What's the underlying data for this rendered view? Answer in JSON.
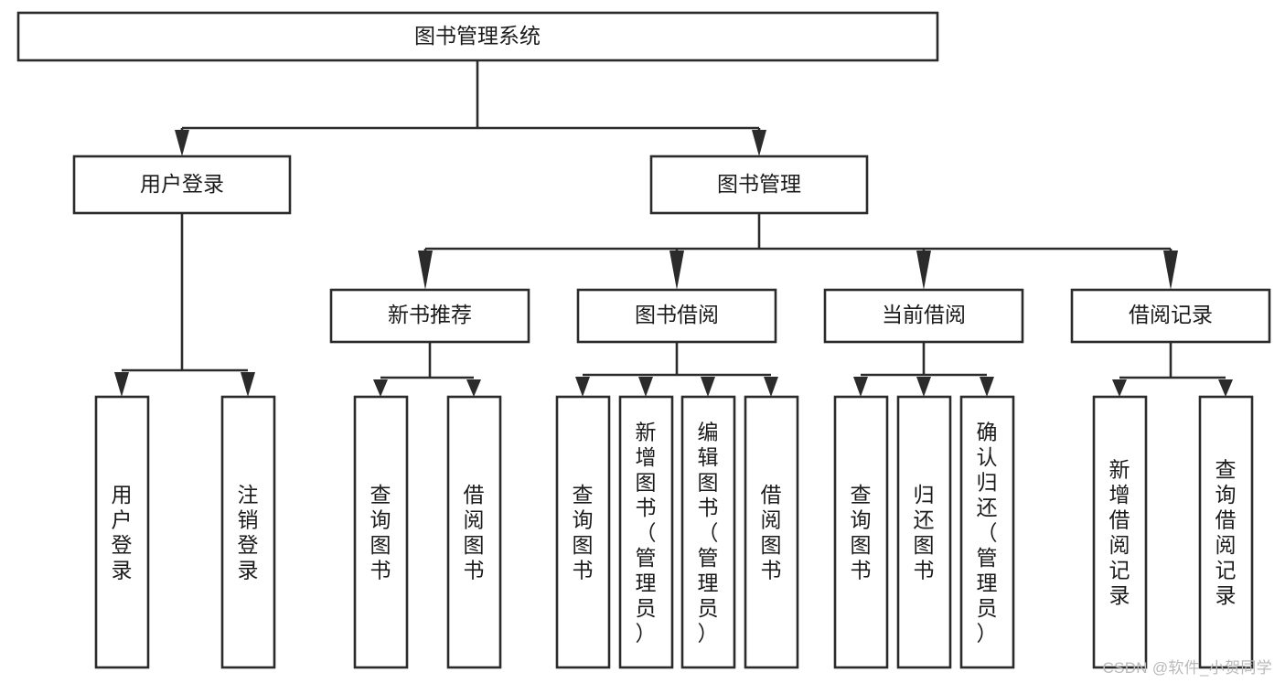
{
  "diagram": {
    "type": "tree-hierarchy-chart",
    "title": "图书管理系统",
    "levels": 4,
    "root": {
      "id": "root",
      "label": "图书管理系统"
    },
    "level2": [
      {
        "id": "user-login",
        "label": "用户登录"
      },
      {
        "id": "book-manage",
        "label": "图书管理"
      }
    ],
    "level3": [
      {
        "id": "new-book-recommend",
        "label": "新书推荐",
        "parent": "book-manage"
      },
      {
        "id": "book-borrow",
        "label": "图书借阅",
        "parent": "book-manage"
      },
      {
        "id": "current-borrow",
        "label": "当前借阅",
        "parent": "book-manage"
      },
      {
        "id": "borrow-record",
        "label": "借阅记录",
        "parent": "book-manage"
      }
    ],
    "leaves": {
      "user-login": [
        {
          "id": "leaf-user-login",
          "label": "用户登录"
        },
        {
          "id": "leaf-logout-login",
          "label": "注销登录"
        }
      ],
      "new-book-recommend": [
        {
          "id": "leaf-query-book-1",
          "label": "查询图书"
        },
        {
          "id": "leaf-borrow-book-1",
          "label": "借阅图书"
        }
      ],
      "book-borrow": [
        {
          "id": "leaf-query-book-2",
          "label": "查询图书"
        },
        {
          "id": "leaf-add-book",
          "label": "新增图书（管理员）"
        },
        {
          "id": "leaf-edit-book",
          "label": "编辑图书（管理员）"
        },
        {
          "id": "leaf-borrow-book-2",
          "label": "借阅图书"
        }
      ],
      "current-borrow": [
        {
          "id": "leaf-query-book-3",
          "label": "查询图书"
        },
        {
          "id": "leaf-return-book",
          "label": "归还图书"
        },
        {
          "id": "leaf-confirm-return",
          "label": "确认归还（管理员）"
        }
      ],
      "borrow-record": [
        {
          "id": "leaf-add-record",
          "label": "新增借阅记录"
        },
        {
          "id": "leaf-query-record",
          "label": "查询借阅记录"
        }
      ]
    }
  },
  "watermark": {
    "text": "CSDN @软件_小贺同学"
  },
  "colors": {
    "stroke": "#2b2b2b",
    "fill": "#ffffff",
    "text": "#1b1b1b",
    "watermark": "#b9b9b9"
  }
}
